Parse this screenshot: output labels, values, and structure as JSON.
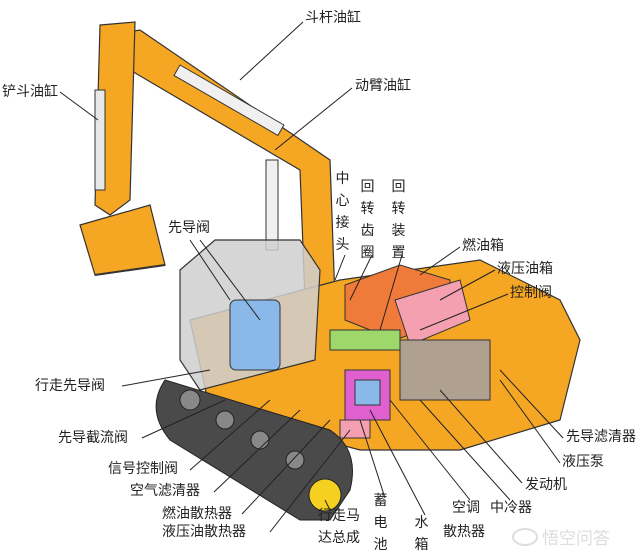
{
  "labels": {
    "bucket_cylinder": "铲斗油缸",
    "arm_cylinder": "斗杆油缸",
    "boom_cylinder": "动臂油缸",
    "center_joint": "中心接头",
    "swing_ring": "回转齿圈",
    "swing_device": "回转装置",
    "pilot_valve": "先导阀",
    "fuel_tank": "燃油箱",
    "hydraulic_tank": "液压油箱",
    "control_valve": "控制阀",
    "travel_pilot_valve": "行走先导阀",
    "pilot_cutoff_valve": "先导截流阀",
    "signal_control_valve": "信号控制阀",
    "air_filter": "空气滤清器",
    "fuel_cooler": "燃油散热器",
    "hydraulic_oil_cooler": "液压油散热器",
    "travel_motor_line1": "行走马",
    "travel_motor_line2": "达总成",
    "battery": "蓄电池",
    "water_tank": "水箱",
    "ac_radiator_line1": "空调",
    "ac_radiator_line2": "散热器",
    "intercooler": "中冷器",
    "engine": "发动机",
    "hydraulic_pump": "液压泵",
    "pilot_filter": "先导滤清器"
  },
  "watermark": "悟空问答",
  "colors": {
    "body": "#f5a623",
    "track": "#4a4a4a",
    "cab": "#c8c8c8",
    "fuel_tank": "#f07a3a",
    "hydraulic_tank": "#f4a0b0",
    "blue": "#8ab8e8",
    "green": "#9fd86a",
    "magenta": "#e060d0"
  }
}
